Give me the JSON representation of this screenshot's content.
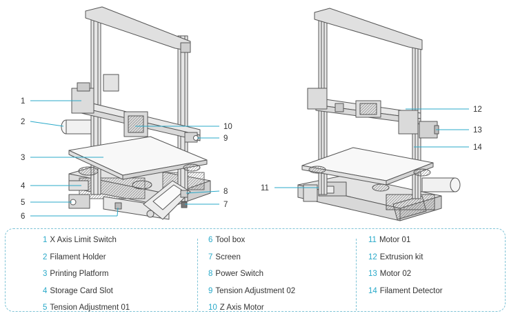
{
  "colors": {
    "accent": "#28a9c9",
    "line": "#555555",
    "fill": "#f1f1f1",
    "dark": "#9a9a9a"
  },
  "callouts": [
    {
      "num": "1",
      "label": "X Axis Limit Switch"
    },
    {
      "num": "2",
      "label": "Filament Holder"
    },
    {
      "num": "3",
      "label": "Printing Platform"
    },
    {
      "num": "4",
      "label": "Storage Card Slot"
    },
    {
      "num": "5",
      "label": "Tension Adjustment 01"
    },
    {
      "num": "6",
      "label": "Tool box"
    },
    {
      "num": "7",
      "label": "Screen"
    },
    {
      "num": "8",
      "label": "Power Switch"
    },
    {
      "num": "9",
      "label": "Tension Adjustment 02"
    },
    {
      "num": "10",
      "label": "Z Axis Motor"
    },
    {
      "num": "11",
      "label": "Motor 01"
    },
    {
      "num": "12",
      "label": "Extrusion kit"
    },
    {
      "num": "13",
      "label": "Motor 02"
    },
    {
      "num": "14",
      "label": "Filament Detector"
    }
  ]
}
